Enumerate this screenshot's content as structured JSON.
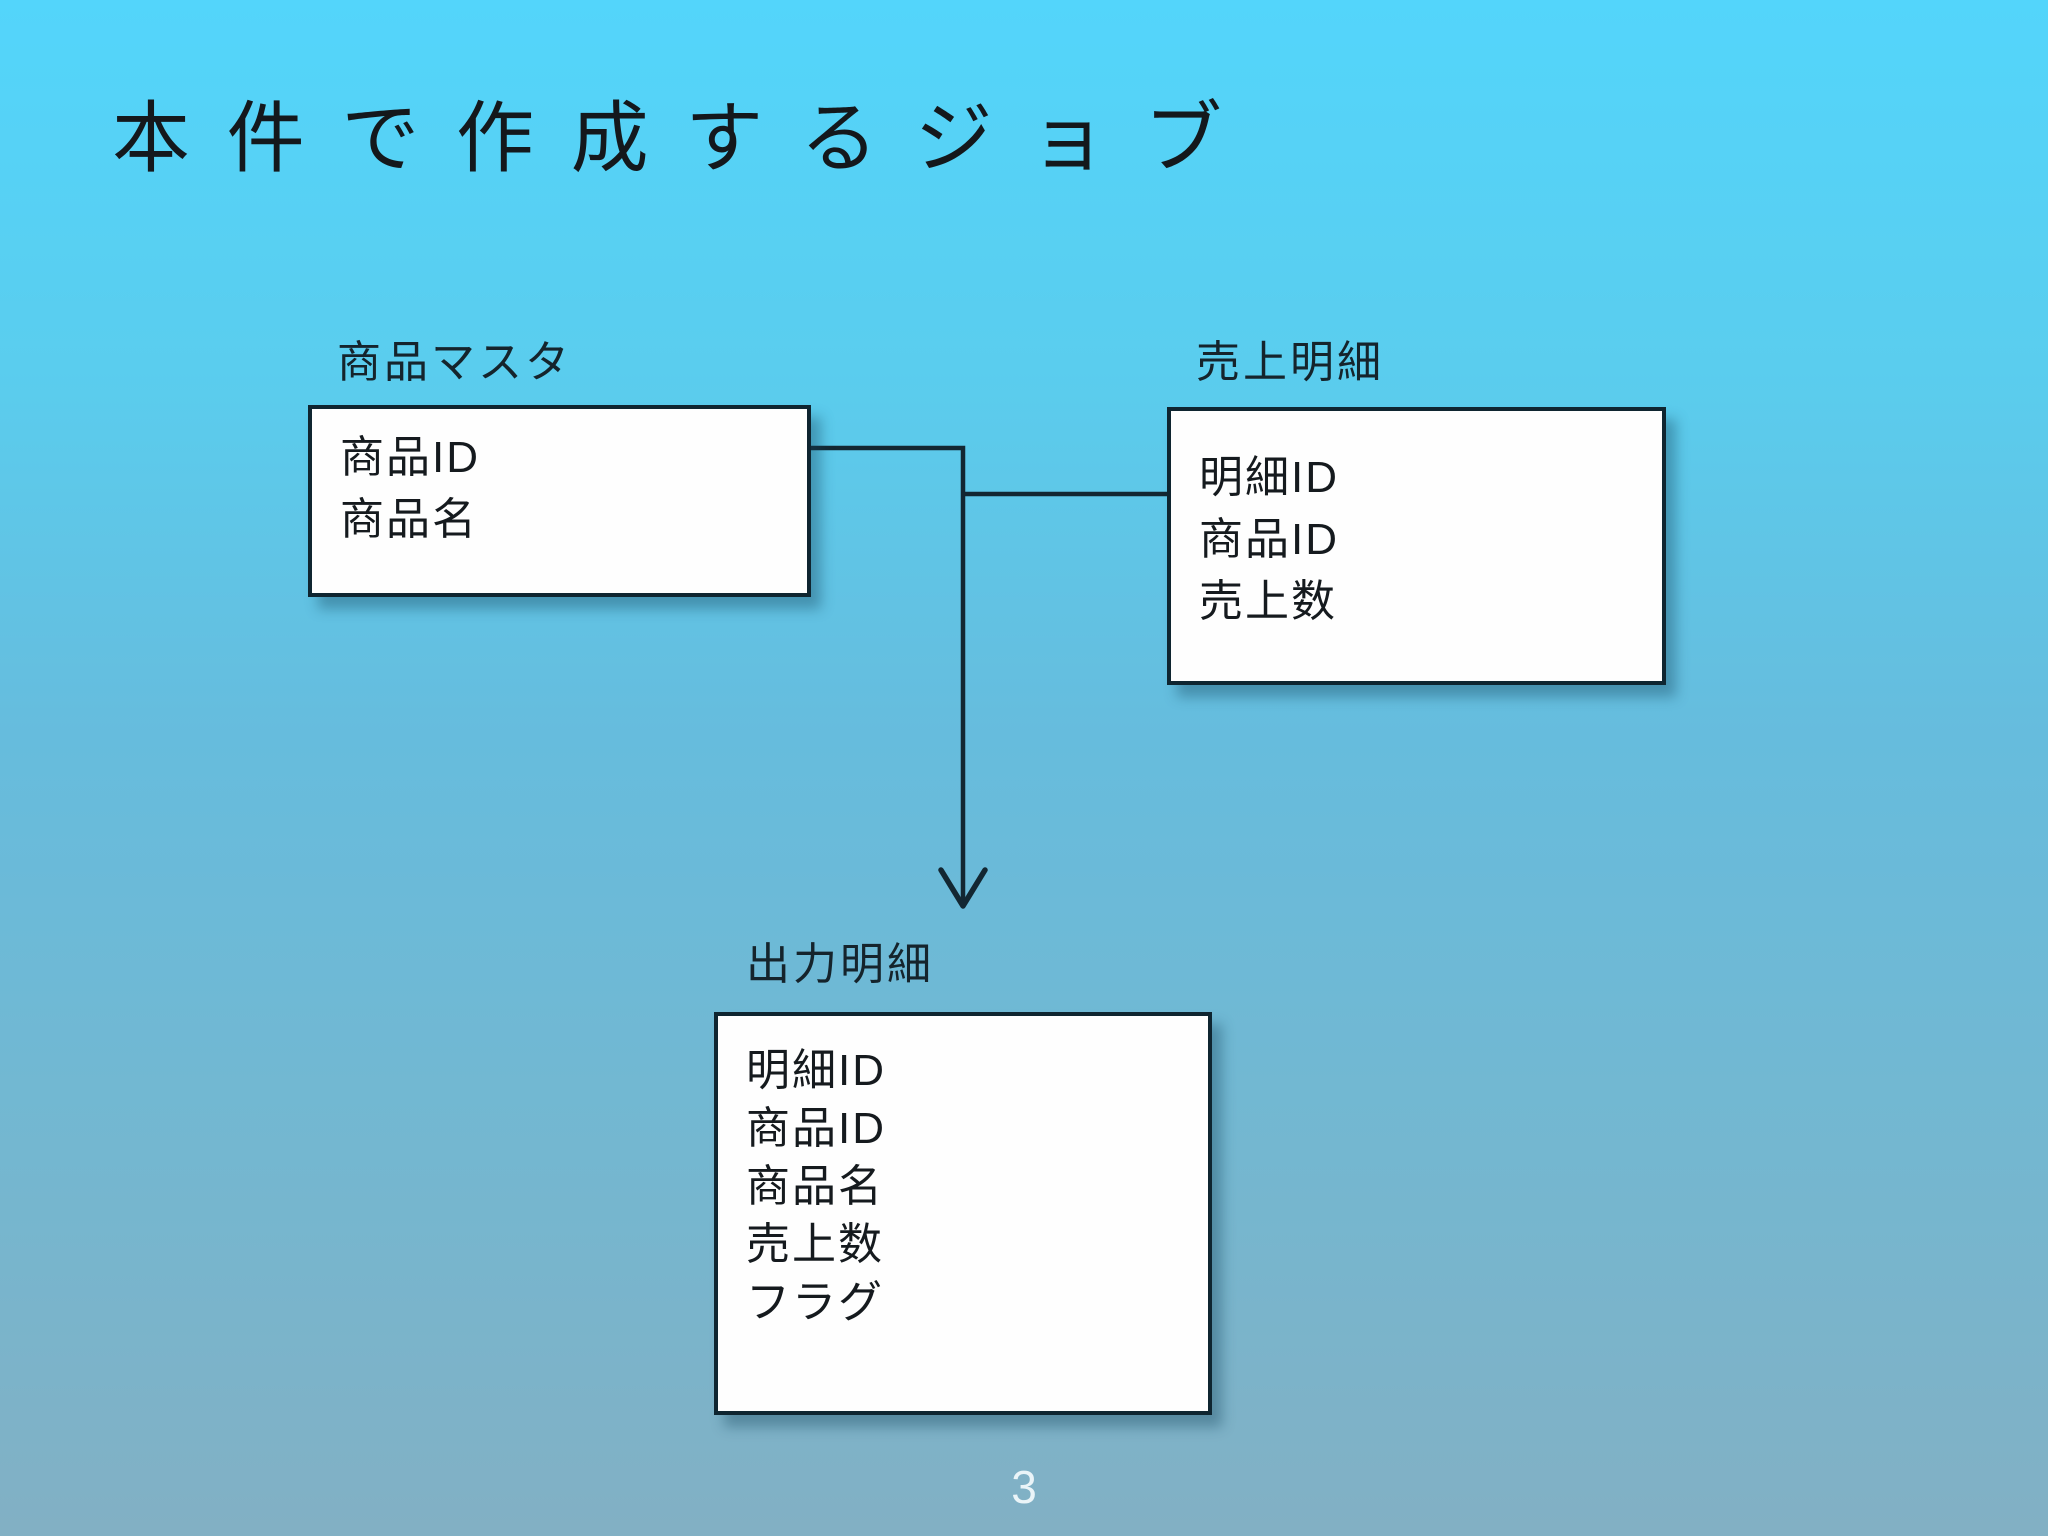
{
  "slide": {
    "title": "本件で作成するジョブ",
    "page_number": "3"
  },
  "diagram": {
    "tables": [
      {
        "id": "product-master",
        "label": "商品マスタ",
        "fields": [
          "商品ID",
          "商品名"
        ]
      },
      {
        "id": "sales-detail",
        "label": "売上明細",
        "fields": [
          "明細ID",
          "商品ID",
          "売上数"
        ]
      },
      {
        "id": "output-detail",
        "label": "出力明細",
        "fields": [
          "明細ID",
          "商品ID",
          "商品名",
          "売上数",
          "フラグ"
        ]
      }
    ],
    "connections": [
      "商品マスタ → 結合点",
      "売上明細 → 結合点",
      "結合点 → 出力明細 (矢印)"
    ]
  },
  "colors": {
    "background_top": "#53d5fb",
    "background_middle": "#66bcdd",
    "background_bottom": "#82b0c4",
    "box_fill": "#fefefe",
    "box_border": "#0f2530",
    "connector_line": "#132732",
    "title_text": "#14181c",
    "page_number_text": "#f3fafc"
  }
}
